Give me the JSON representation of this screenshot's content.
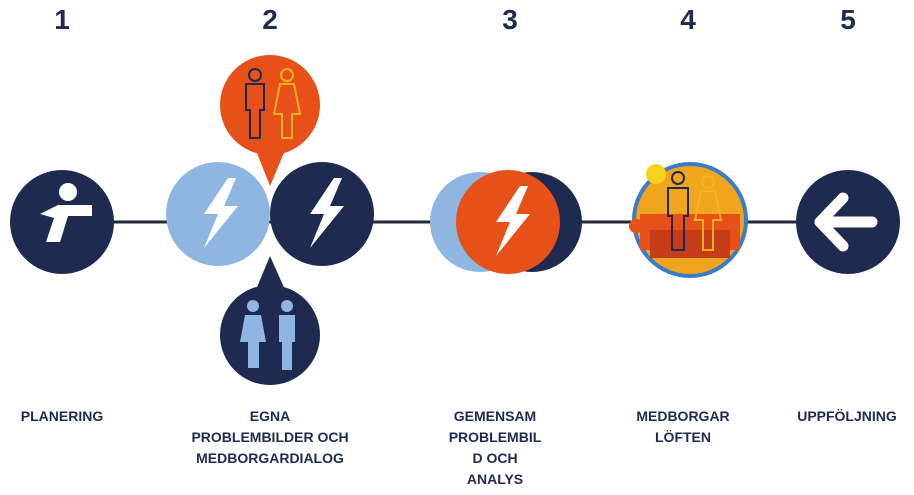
{
  "steps": [
    {
      "number": "1",
      "label_lines": [
        "PLANERING"
      ]
    },
    {
      "number": "2",
      "label_lines": [
        "EGNA",
        "PROBLEMBILDER OCH",
        "MEDBORGARDIALOG"
      ]
    },
    {
      "number": "3",
      "label_lines": [
        "GEMENSAM",
        "PROBLEMBIL",
        "D OCH",
        "ANALYS"
      ]
    },
    {
      "number": "4",
      "label_lines": [
        "MEDBORGAR",
        "LÖFTEN"
      ]
    },
    {
      "number": "5",
      "label_lines": [
        "UPPFÖLJNING"
      ]
    }
  ],
  "icons": {
    "step1": "person-running-icon",
    "step2_left": "lightning-icon",
    "step2_right": "lightning-icon",
    "step2_top": "people-bubble-icon",
    "step2_bottom": "people-bubble-icon",
    "step3": "lightning-icon",
    "step4": "community-people-icon",
    "step5": "arrow-left-icon"
  },
  "colors": {
    "navy": "#1e2a4f",
    "light_blue": "#8fb6e0",
    "orange": "#e8501a",
    "yellow": "#f6b21b",
    "connector": "#222a3a",
    "white": "#ffffff"
  }
}
